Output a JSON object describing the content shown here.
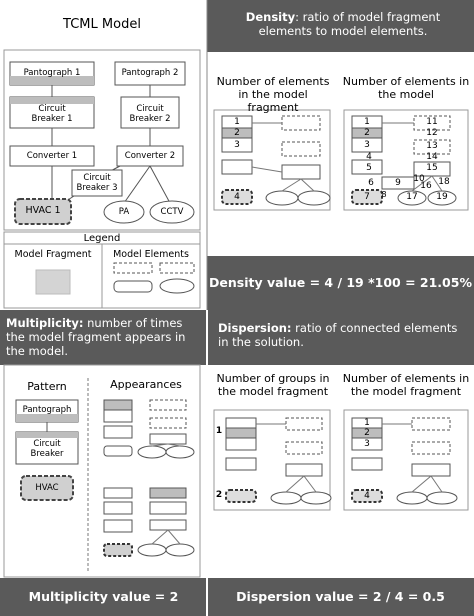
{
  "tcml": {
    "title": "TCML Model",
    "nodes": {
      "pantograph1": "Pantograph 1",
      "pantograph2": "Pantograph 2",
      "circuit_breaker1": "Circuit Breaker 1",
      "circuit_breaker2": "Circuit Breaker 2",
      "converter1": "Converter 1",
      "converter2": "Converter 2",
      "circuit_breaker3": "Circuit Breaker 3",
      "hvac1": "HVAC 1",
      "pa": "PA",
      "cctv": "CCTV"
    },
    "legend": {
      "title": "Legend",
      "fragment": "Model Fragment",
      "elements": "Model Elements"
    }
  },
  "density": {
    "term": "Density",
    "definition": ": ratio of model fragment elements to model elements.",
    "col1_heading": "Number of elements in the model fragment",
    "col2_heading": "Number of elements in the model",
    "fragment_numbers": [
      "1",
      "2",
      "3",
      "4"
    ],
    "model_numbers": [
      "1",
      "2",
      "3",
      "4",
      "5",
      "6",
      "7",
      "8",
      "9",
      "10",
      "11",
      "12",
      "13",
      "14",
      "15",
      "16",
      "17",
      "18",
      "19"
    ],
    "value_text": "Density value = 4 / 19 *100 = 21.05%"
  },
  "multiplicity": {
    "term": "Multiplicity:",
    "definition": " number of times the model fragment appears in the model.",
    "pattern_heading": "Pattern",
    "appearances_heading": "Appearances",
    "pattern_nodes": {
      "pantograph": "Pantograph",
      "circuit_breaker": "Circuit Breaker",
      "hvac": "HVAC"
    },
    "value_text": "Multiplicity value = 2"
  },
  "dispersion": {
    "term": "Dispersion:",
    "definition": " ratio of connected elements in the solution.",
    "col1_heading": "Number of groups in the model fragment",
    "col2_heading": "Number of elements in the model fragment",
    "group_numbers": [
      "1",
      "2"
    ],
    "fragment_numbers": [
      "1",
      "2",
      "3",
      "4"
    ],
    "value_text": "Dispersion value = 2 / 4 = 0.5"
  },
  "colors": {
    "dark_panel": "#5a5a5a",
    "fragment_fill": "#bdbdbd",
    "legend_swatch": "#d4d4d4"
  }
}
